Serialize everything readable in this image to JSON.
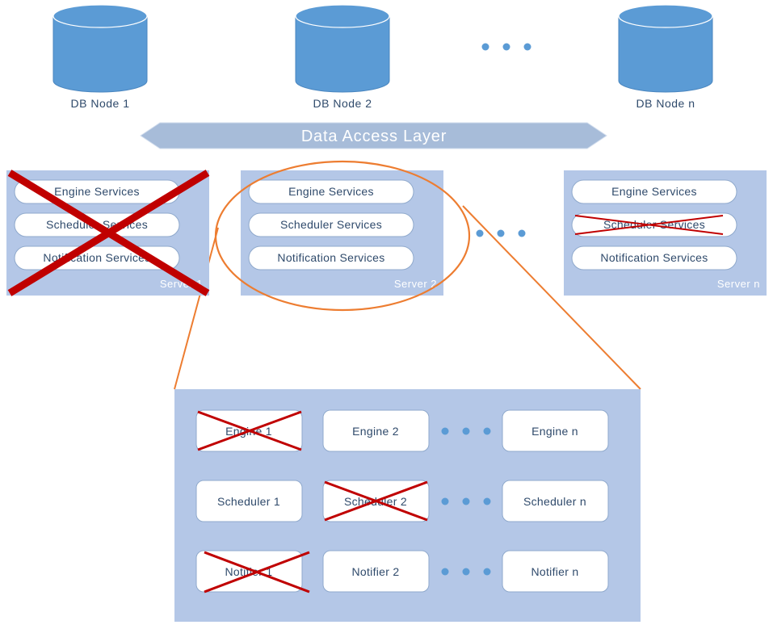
{
  "colors": {
    "db_fill": "#5b9bd5",
    "dot": "#5b9bd5",
    "server_bg": "#b4c7e7",
    "pill_fill": "#ffffff",
    "pill_stroke": "#8fa9cc",
    "text": "#2f4a6b",
    "cross": "#c00000",
    "zoom": "#ed7d31",
    "layer_fill": "#a7bcd9"
  },
  "db_nodes": [
    {
      "label": "DB Node 1"
    },
    {
      "label": "DB Node 2"
    },
    {
      "label": "DB Node n"
    }
  ],
  "data_access_layer": {
    "label": "Data Access Layer"
  },
  "servers": [
    {
      "label": "Server 1",
      "failed": true,
      "services": [
        {
          "label": "Engine Services",
          "failed": false
        },
        {
          "label": "Scheduler Services",
          "failed": false
        },
        {
          "label": "Notification Services",
          "failed": false
        }
      ]
    },
    {
      "label": "Server 2",
      "failed": false,
      "services": [
        {
          "label": "Engine Services",
          "failed": false
        },
        {
          "label": "Scheduler Services",
          "failed": false
        },
        {
          "label": "Notification Services",
          "failed": false
        }
      ]
    },
    {
      "label": "Server n",
      "failed": false,
      "services": [
        {
          "label": "Engine Services",
          "failed": false
        },
        {
          "label": "Scheduler Services",
          "failed": true
        },
        {
          "label": "Notification Services",
          "failed": false
        }
      ]
    }
  ],
  "detail": {
    "rows": [
      [
        {
          "label": "Engine 1",
          "failed": true
        },
        {
          "label": "Engine 2",
          "failed": false
        },
        {
          "label": "Engine n",
          "failed": false
        }
      ],
      [
        {
          "label": "Scheduler 1",
          "failed": false
        },
        {
          "label": "Scheduler 2",
          "failed": true
        },
        {
          "label": "Scheduler n",
          "failed": false
        }
      ],
      [
        {
          "label": "Notifier 1",
          "failed": true
        },
        {
          "label": "Notifier 2",
          "failed": false
        },
        {
          "label": "Notifier n",
          "failed": false
        }
      ]
    ]
  }
}
